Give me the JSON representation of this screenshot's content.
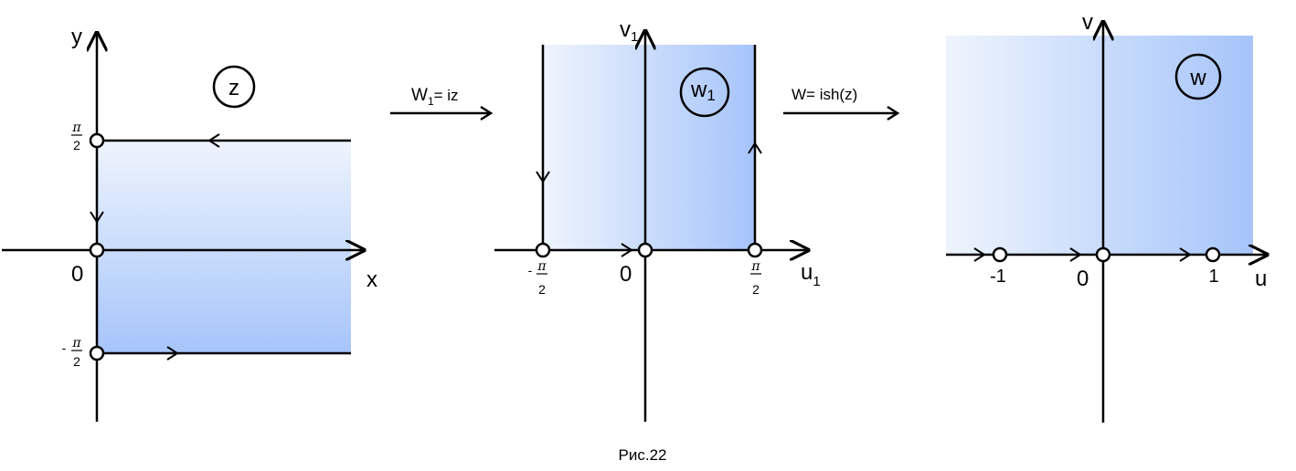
{
  "panel_z": {
    "label": "z",
    "x_axis": "x",
    "y_axis": "y",
    "origin": "0",
    "tick_top_num": "π",
    "tick_top_den": "2",
    "tick_bottom_sign": "-",
    "tick_bottom_num": "π",
    "tick_bottom_den": "2"
  },
  "arrow_1": {
    "label": "W",
    "sub": "1",
    "rest": "= iz"
  },
  "panel_w1": {
    "label_main": "w",
    "label_sub": "1",
    "x_axis": "u",
    "x_axis_sub": "1",
    "y_axis": "v",
    "y_axis_sub": "1",
    "origin": "0",
    "tick_left_sign": "-",
    "tick_left_num": "π",
    "tick_left_den": "2",
    "tick_right_num": "π",
    "tick_right_den": "2"
  },
  "arrow_2": {
    "label": "W= ish(z)"
  },
  "panel_w": {
    "label": "w",
    "x_axis": "u",
    "y_axis": "v",
    "origin": "0",
    "tick_neg": "-1",
    "tick_pos": "1"
  },
  "caption": "Рис.22",
  "colors": {
    "fill_light": "#eef4fd",
    "fill_dark": "#a6c4fa",
    "stroke": "#000000"
  }
}
